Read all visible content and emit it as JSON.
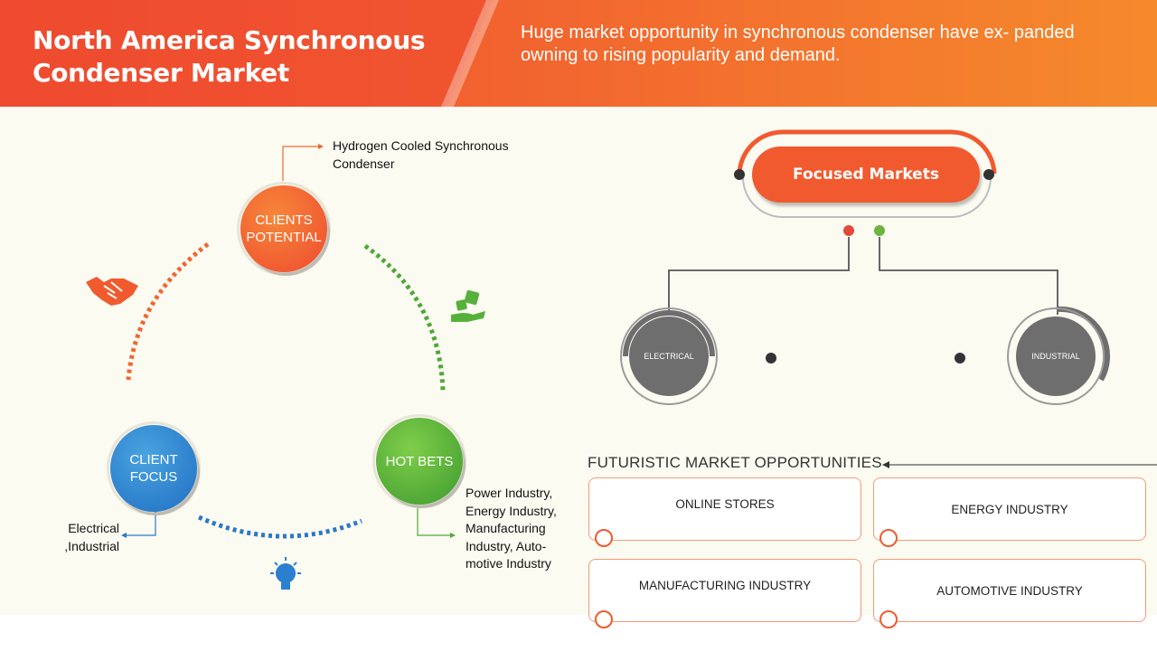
{
  "header": {
    "title": "North America Synchronous Condenser Market",
    "tagline": "Huge market opportunity in synchronous condenser  have ex- panded owning to rising popularity and demand."
  },
  "cycle": {
    "nodes": [
      {
        "label": "CLIENTS POTENTIAL",
        "color": "#f15a2f"
      },
      {
        "label": "CLIENT FOCUS",
        "color": "#2a7fd0"
      },
      {
        "label": "HOT BETS",
        "color": "#55b13a"
      }
    ],
    "annotations": {
      "clients_potential": "Hydrogen Cooled Synchronous Condenser",
      "client_focus": "Electrical ,Industrial",
      "hot_bets": "Power Industry, Energy Industry, Manufacturing Industry, Auto- motive Industry"
    },
    "icons": [
      "handshake-icon",
      "dice-hand-icon",
      "lightbulb-icon"
    ]
  },
  "focused_markets": {
    "title": "Focused Markets",
    "markets": [
      "ELECTRICAL",
      "INDUSTRIAL"
    ]
  },
  "opportunities": {
    "title": "FUTURISTIC MARKET OPPORTUNITIES",
    "items": [
      "ONLINE STORES",
      "ENERGY INDUSTRY",
      "MANUFACTURING INDUSTRY",
      "AUTOMOTIVE INDUSTRY"
    ]
  },
  "colors": {
    "accent": "#f15a2f",
    "blue": "#2a7fd0",
    "green": "#55b13a",
    "gray": "#6e6e6e"
  }
}
